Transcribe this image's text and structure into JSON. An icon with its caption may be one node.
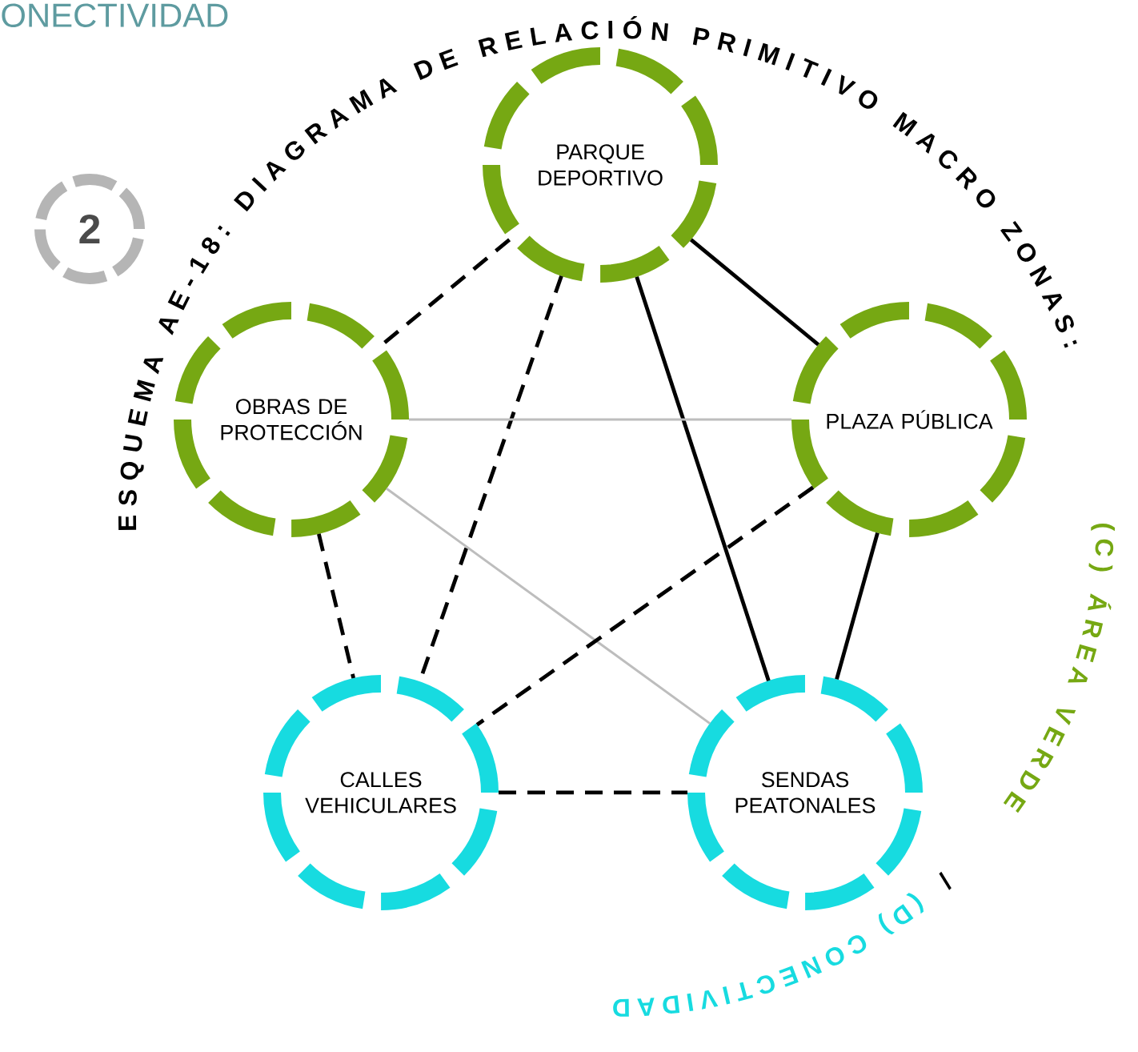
{
  "diagram": {
    "title": "ESQUEMA AE-18: DIAGRAMA DE RELACIÓN PRIMITIVO MACRO ZONAS:",
    "nodes": [
      {
        "text": [
          "PARQUE DEPORTIVO"
        ]
      },
      {
        "text": [
          "OBRAS DE PROTECCIÓN"
        ]
      },
      {
        "text": [
          "PLAZA PÚBLICA"
        ]
      },
      {
        "text": [
          "CALLES VEHICULARES"
        ]
      },
      {
        "text": [
          "SENDAS PEATONALES"
        ]
      },
      {
        "text": [
          "2"
        ]
      }
    ],
    "edges": [
      {
        "from": 0,
        "to": 1,
        "arrow": "none",
        "style": "dashed"
      },
      {
        "from": 0,
        "to": 2,
        "arrow": "none"
      },
      {
        "from": 0,
        "to": 3,
        "arrow": "none",
        "style": "dashed"
      },
      {
        "from": 0,
        "to": 4,
        "arrow": "none"
      },
      {
        "from": 1,
        "to": 2,
        "arrow": "none",
        "color": "#bdbdbd"
      },
      {
        "from": 1,
        "to": 4,
        "arrow": "none",
        "color": "#bdbdbd"
      },
      {
        "from": 1,
        "to": 3,
        "arrow": "none",
        "style": "dashed"
      },
      {
        "from": 2,
        "to": 3,
        "arrow": "none",
        "style": "dashed"
      },
      {
        "from": 2,
        "to": 4,
        "arrow": "none"
      },
      {
        "from": 3,
        "to": 4,
        "arrow": "none",
        "style": "dashed"
      }
    ],
    "labels": [
      "ONECTIVIDAD",
      "(C) ÁREA VERDE",
      "/",
      "(D) CONECTIVIDAD"
    ]
  }
}
